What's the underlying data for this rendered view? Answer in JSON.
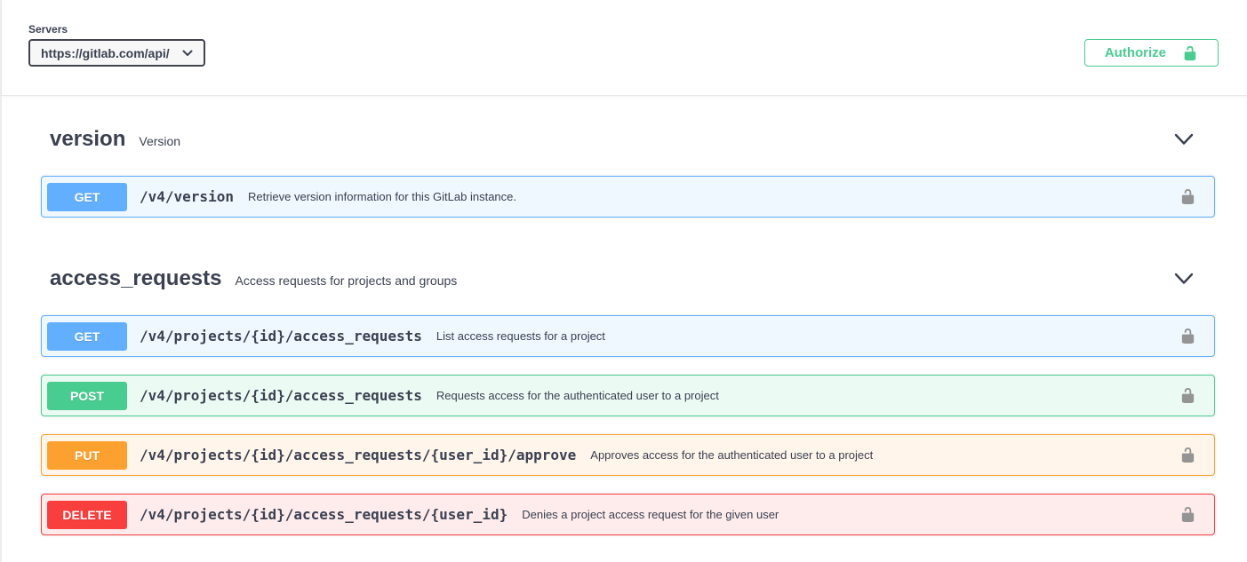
{
  "servers": {
    "label": "Servers",
    "selected_url": "https://gitlab.com/api/"
  },
  "authorize": {
    "label": "Authorize"
  },
  "icons": {
    "authorize_lock": "unlock-icon",
    "operation_lock": "unlock-icon",
    "section_toggle": "chevron-down-icon",
    "server_dropdown": "chevron-down-icon"
  },
  "colors": {
    "get": "#61affe",
    "post": "#49cc90",
    "put": "#fca130",
    "delete": "#f93e3e",
    "authorize_accent": "#49cc90",
    "text": "#3b4151"
  },
  "sections": [
    {
      "name": "version",
      "description": "Version",
      "operations": [
        {
          "method": "GET",
          "path": "/v4/version",
          "summary": "Retrieve version information for this GitLab instance."
        }
      ]
    },
    {
      "name": "access_requests",
      "description": "Access requests for projects and groups",
      "operations": [
        {
          "method": "GET",
          "path": "/v4/projects/{id}/access_requests",
          "summary": "List access requests for a project"
        },
        {
          "method": "POST",
          "path": "/v4/projects/{id}/access_requests",
          "summary": "Requests access for the authenticated user to a project"
        },
        {
          "method": "PUT",
          "path": "/v4/projects/{id}/access_requests/{user_id}/approve",
          "summary": "Approves access for the authenticated user to a project"
        },
        {
          "method": "DELETE",
          "path": "/v4/projects/{id}/access_requests/{user_id}",
          "summary": "Denies a project access request for the given user"
        }
      ]
    }
  ]
}
